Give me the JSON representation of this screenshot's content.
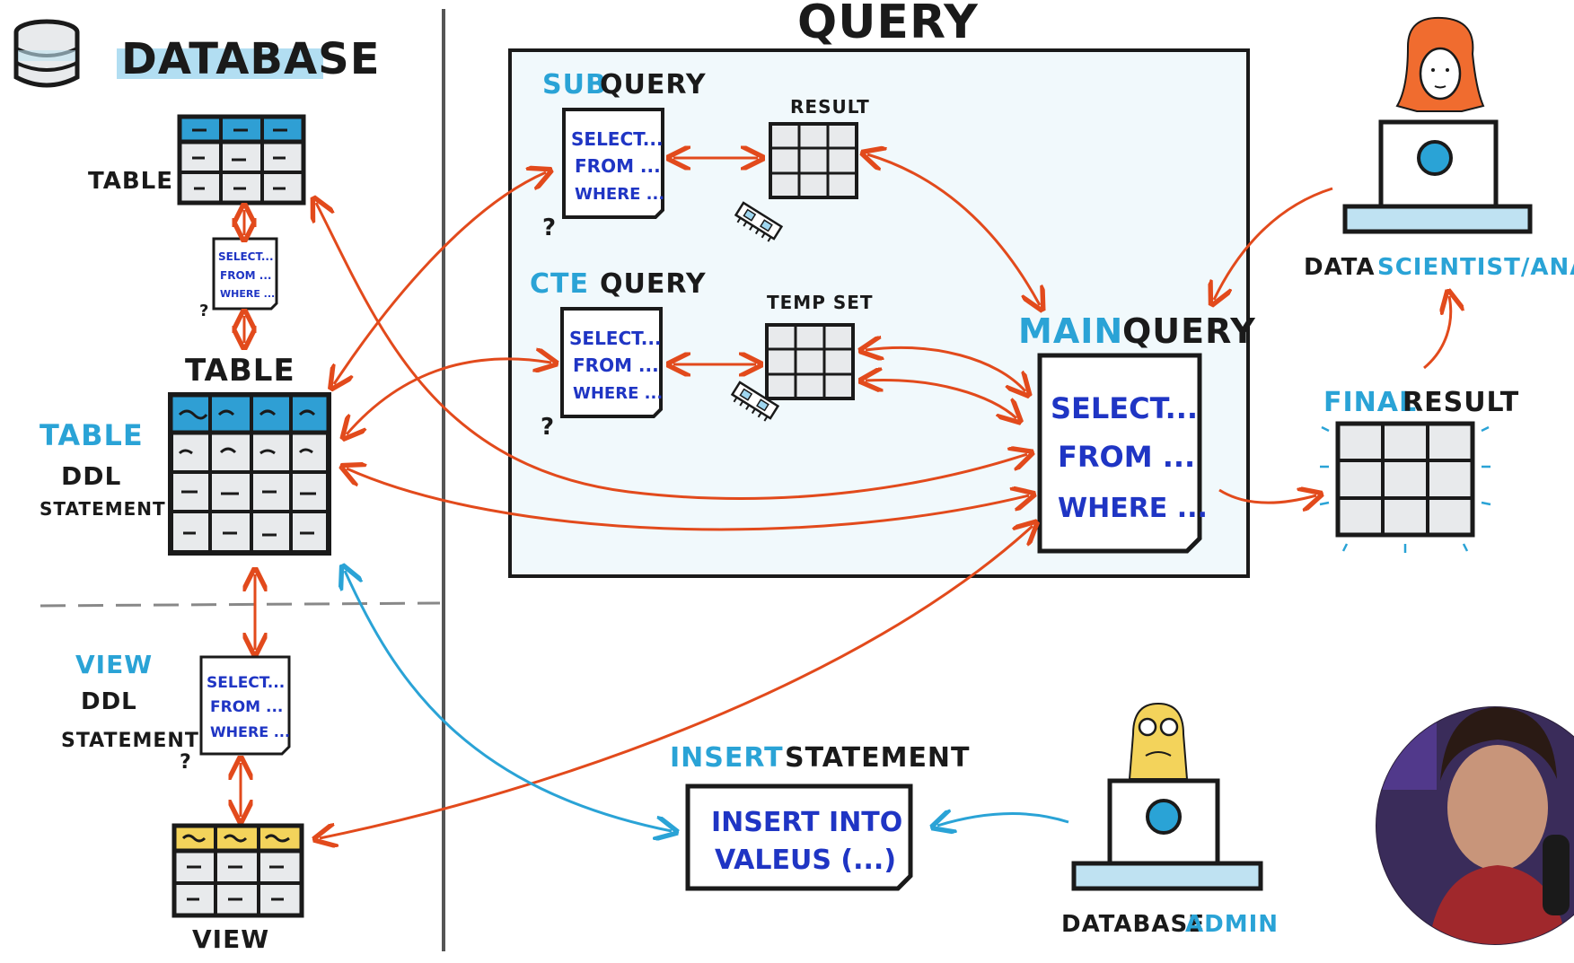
{
  "colors": {
    "ink": "#1a1a1a",
    "blue": "#2aa3d6",
    "code_blue": "#1f35c4",
    "orange": "#e24a1c",
    "query_panel": "#f1f9fc",
    "table_header": "#2f9fd4",
    "view_header": "#f3d35b",
    "cell_fill": "#e8eaec",
    "hair": "#f06c2f"
  },
  "left": {
    "title": "DATABASE",
    "icon": "database-icon",
    "top_table_label": "TABLE",
    "small_query": [
      "SELECT...",
      "FROM ...",
      "WHERE ..."
    ],
    "main_table_label": "TABLE",
    "table_ddl": [
      "TABLE",
      "DDL",
      "STATEMENT"
    ],
    "view_ddl": [
      "VIEW",
      "DDL",
      "STATEMENT"
    ],
    "view_query": [
      "SELECT...",
      "FROM ...",
      "WHERE ..."
    ],
    "view_label": "VIEW",
    "question": "?"
  },
  "query": {
    "title": "QUERY",
    "sub_query": {
      "title_a": "SUB",
      "title_b": "QUERY",
      "lines": [
        "SELECT...",
        "FROM ...",
        "WHERE ..."
      ]
    },
    "result_label": "RESULT",
    "cte_query": {
      "title_a": "CTE",
      "title_b": "QUERY",
      "lines": [
        "SELECT...",
        "FROM ...",
        "WHERE ..."
      ]
    },
    "temp_set_label": "TEMP SET",
    "main_query": {
      "title_a": "MAIN",
      "title_b": "QUERY",
      "lines": [
        "SELECT...",
        "FROM ...",
        "WHERE ..."
      ]
    }
  },
  "right": {
    "analyst_a": "DATA",
    "analyst_b": "SCIENTIST/ANALYST",
    "final_a": "FINAL",
    "final_b": "RESULT"
  },
  "bottom": {
    "insert_a": "INSERT",
    "insert_b": "STATEMENT",
    "insert_lines": [
      "INSERT INTO",
      "VALEUS (...)"
    ],
    "admin_a": "DATABASE",
    "admin_b": "ADMIN"
  },
  "icons": [
    "database-icon",
    "laptop-icon",
    "memory-chip-icon",
    "analyst-avatar-icon",
    "admin-avatar-icon",
    "presenter-webcam"
  ]
}
